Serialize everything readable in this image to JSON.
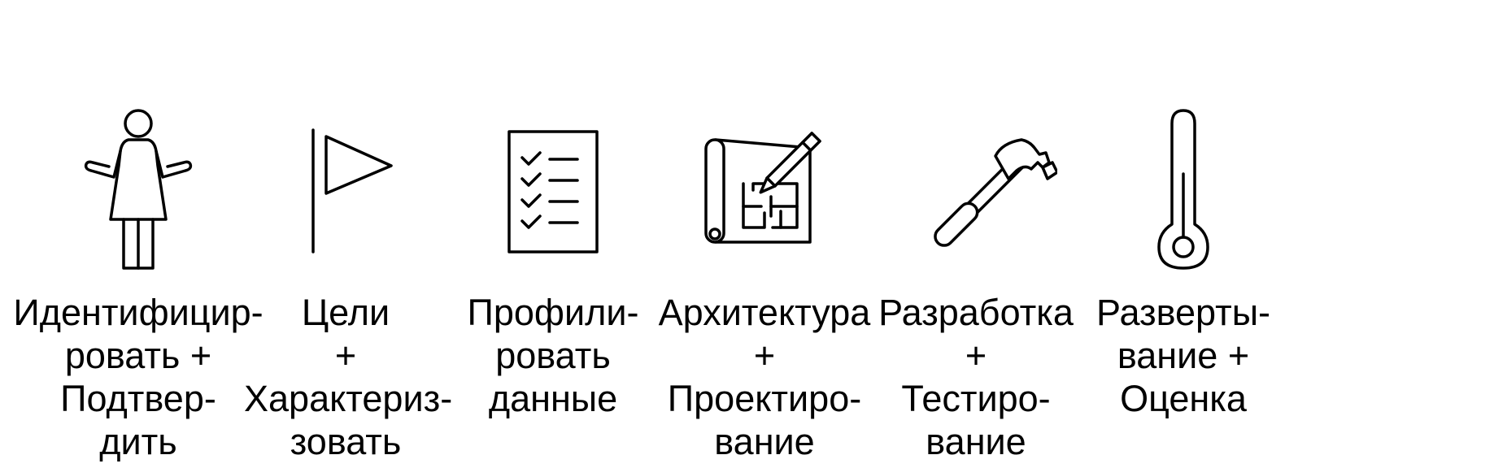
{
  "steps": [
    {
      "label": "Идентифицир-\nровать +\nПодтвер-\nдить",
      "icon": "person-icon"
    },
    {
      "label": "Цели\n+\nХарактериз-\nзовать",
      "icon": "flag-icon"
    },
    {
      "label": "Профили-\nровать\nданные",
      "icon": "checklist-icon"
    },
    {
      "label": "Архитектура\n+\nПроектиро-\nвание",
      "icon": "blueprint-icon"
    },
    {
      "label": "Разработка\n+\nТестиро-\nвание",
      "icon": "hammer-icon"
    },
    {
      "label": "Разверты-\nвание +\nОценка",
      "icon": "thermometer-icon"
    }
  ]
}
